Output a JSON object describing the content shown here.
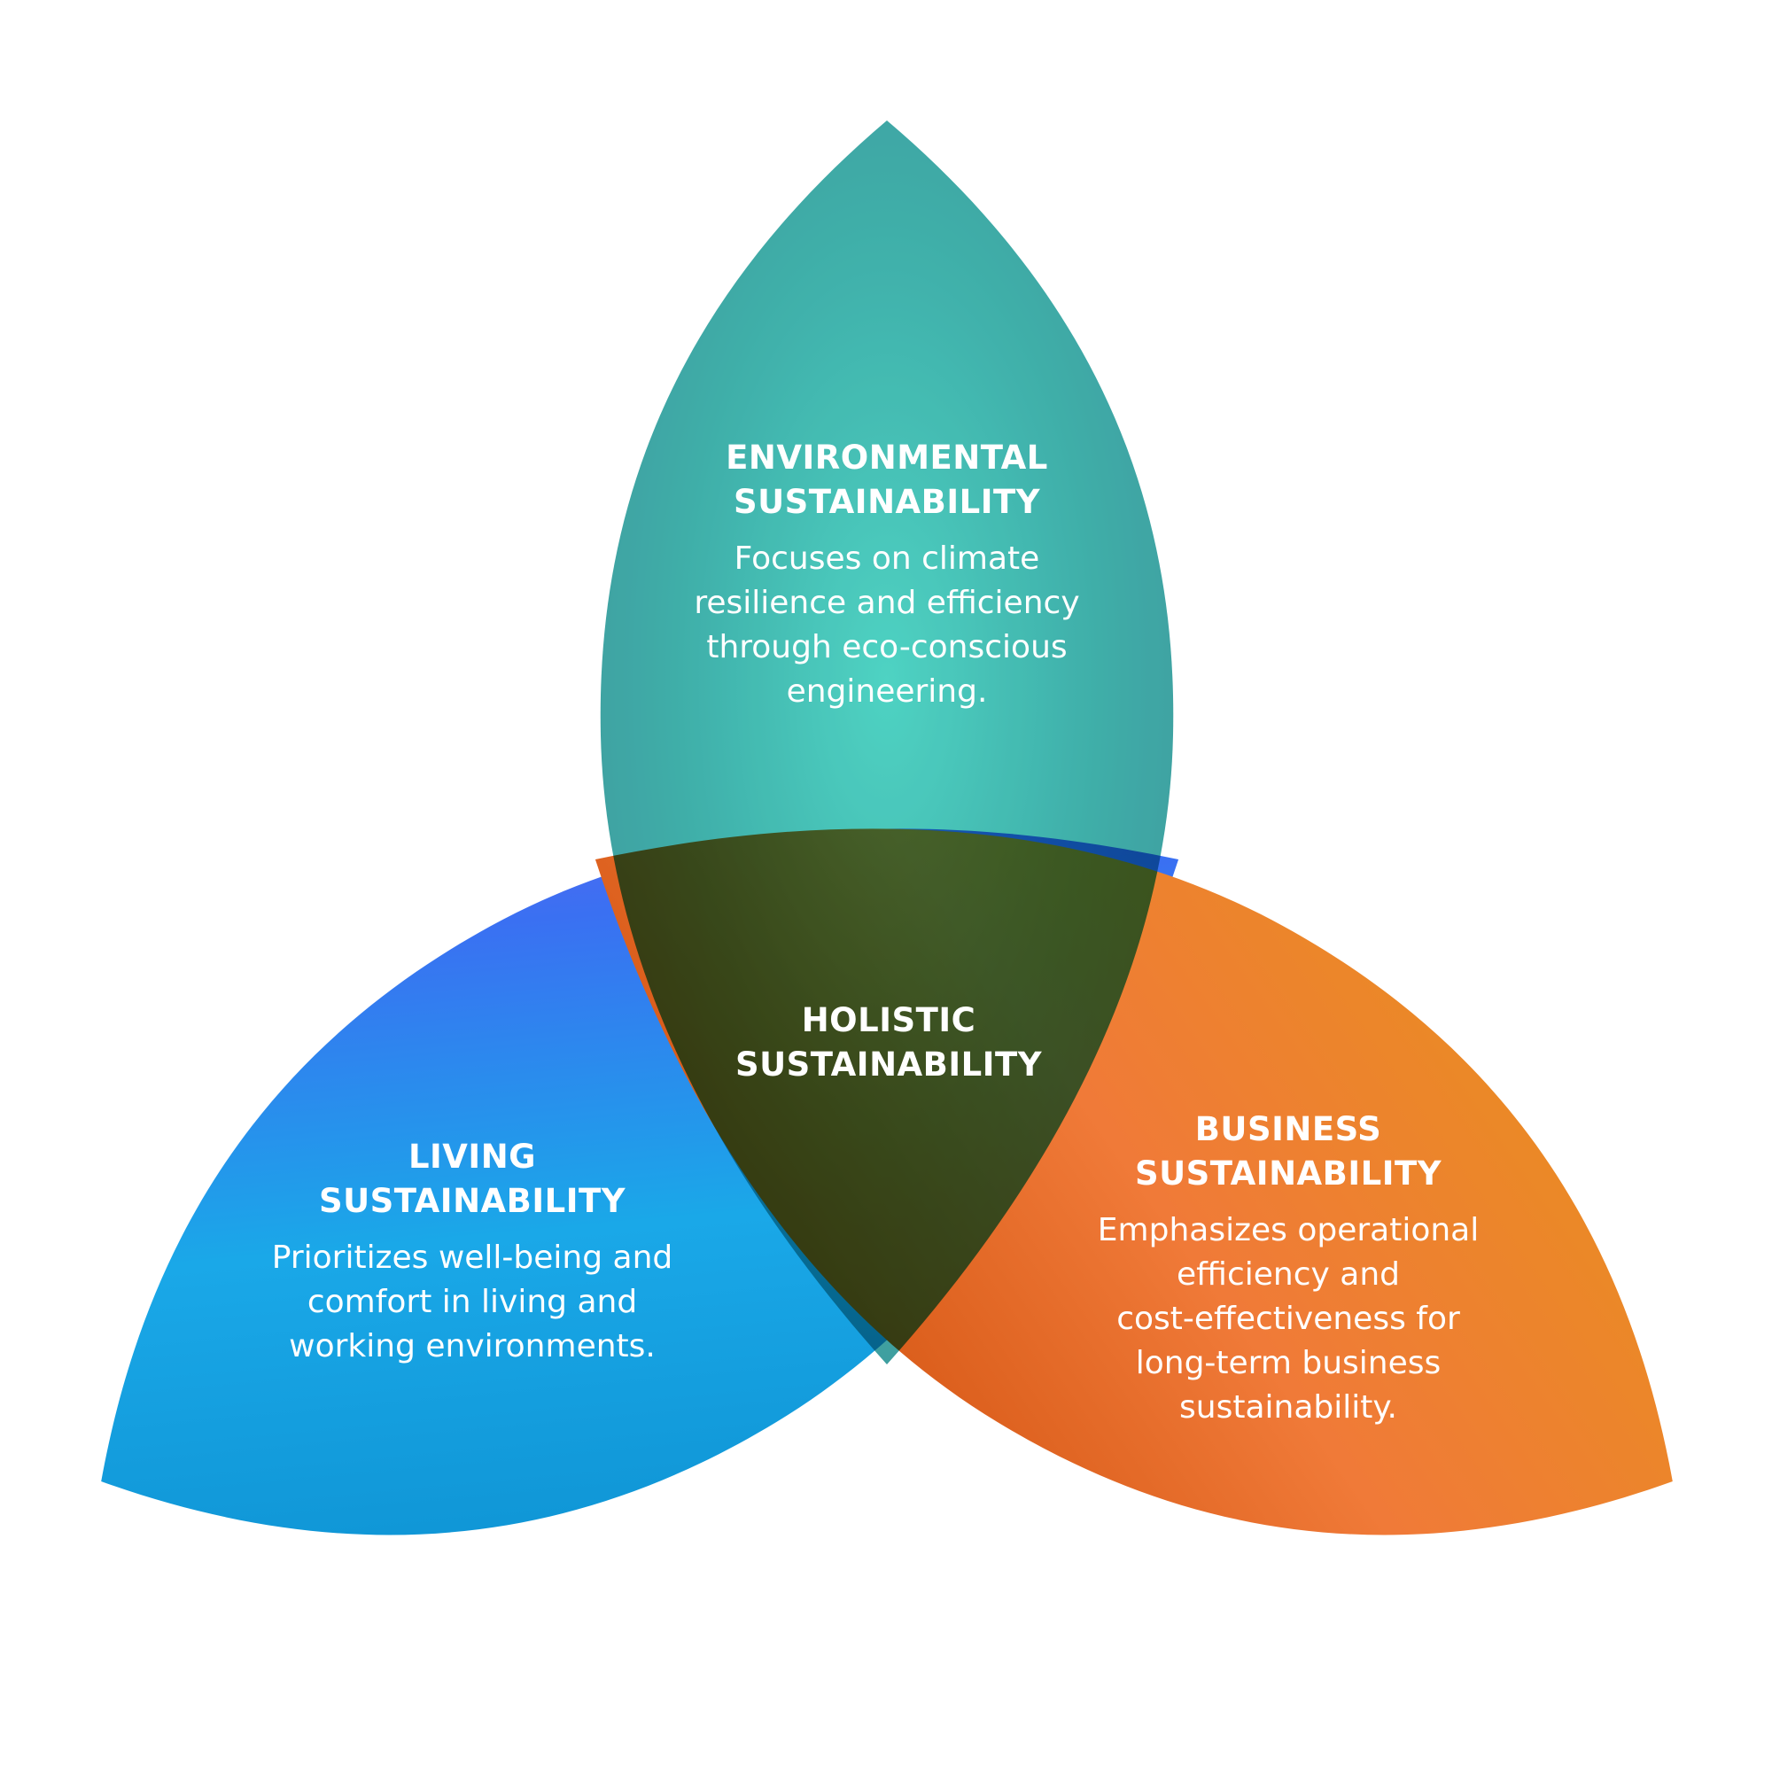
{
  "diagram": {
    "petals": [
      {
        "id": "environmental",
        "title_lines": [
          "ENVIRONMENTAL",
          "SUSTAINABILITY"
        ],
        "body_lines": [
          "Focuses on climate",
          "resilience and efficiency",
          "through eco-conscious",
          "engineering."
        ],
        "colors": [
          "#2e9a99",
          "#3fcfbe",
          "#2aa8a0"
        ]
      },
      {
        "id": "living",
        "title_lines": [
          "LIVING",
          "SUSTAINABILITY"
        ],
        "body_lines": [
          "Prioritizes well-being and",
          "comfort in living and",
          "working environments."
        ],
        "colors": [
          "#0a86c8",
          "#2f7cf0",
          "#7a5ef2"
        ]
      },
      {
        "id": "business",
        "title_lines": [
          "BUSINESS",
          "SUSTAINABILITY"
        ],
        "body_lines": [
          "Emphasizes operational",
          "efficiency and",
          "cost-effectiveness for",
          "long-term business",
          "sustainability."
        ],
        "colors": [
          "#f07a38",
          "#e8901e",
          "#cc4a08"
        ]
      }
    ],
    "center": {
      "title_lines": [
        "HOLISTIC",
        "SUSTAINABILITY"
      ]
    }
  }
}
